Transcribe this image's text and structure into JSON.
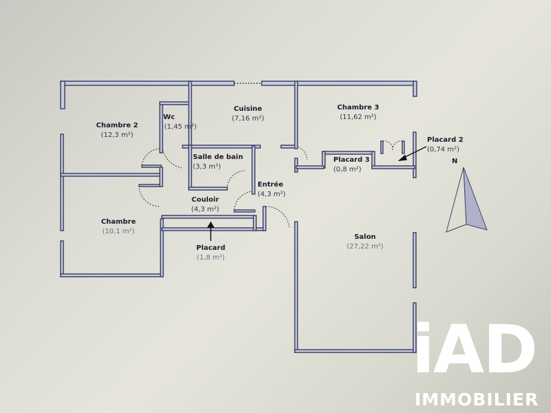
{
  "rooms": [
    {
      "name": "Chambre 2",
      "area": "(12,3 m²)"
    },
    {
      "name": "Wc",
      "area": "(1,45 m²)"
    },
    {
      "name": "Cuisine",
      "area": "(7,16 m²)"
    },
    {
      "name": "Chambre 3",
      "area": "(11,62 m²)"
    },
    {
      "name": "Salle de bain",
      "area": "(3,3 m²)"
    },
    {
      "name": "Placard 3",
      "area": "(0,8 m²)"
    },
    {
      "name": "Placard 2",
      "area": "(0,74 m²)"
    },
    {
      "name": "Entrée",
      "area": "(4,3 m²)"
    },
    {
      "name": "Couloir",
      "area": "(4,3 m²)"
    },
    {
      "name": "Chambre",
      "area": "(10,1 m²)"
    },
    {
      "name": "Placard",
      "area": "(1,8 m²)"
    },
    {
      "name": "Salon",
      "area": "(27,22 m²)"
    }
  ],
  "compass": {
    "label": "N"
  },
  "logo": {
    "word": "iAD",
    "sub": "IMMOBILIER"
  },
  "colors": {
    "wall": "#3f4463",
    "wall_fill": "#c9cbe0",
    "logo": "#ffffff"
  }
}
